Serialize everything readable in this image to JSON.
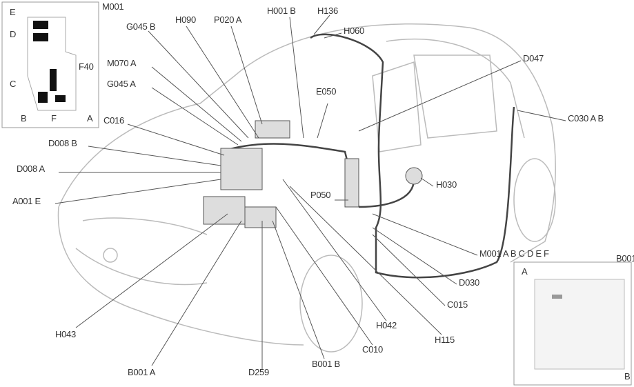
{
  "diagram": {
    "inset_fusebox_left": {
      "title": "M001",
      "labels": [
        "E",
        "D",
        "C",
        "B",
        "F",
        "A",
        "F40"
      ]
    },
    "inset_fusebox_right": {
      "title": "B001",
      "labels": [
        "A",
        "B"
      ]
    },
    "callouts": [
      {
        "id": "g045b",
        "text": "G045 B"
      },
      {
        "id": "h090",
        "text": "H090"
      },
      {
        "id": "p020a",
        "text": "P020 A"
      },
      {
        "id": "h001b",
        "text": "H001 B"
      },
      {
        "id": "h136",
        "text": "H136"
      },
      {
        "id": "h060",
        "text": "H060"
      },
      {
        "id": "m070a",
        "text": "M070 A"
      },
      {
        "id": "g045a",
        "text": "G045 A"
      },
      {
        "id": "c016",
        "text": "C016"
      },
      {
        "id": "d008b",
        "text": "D008 B"
      },
      {
        "id": "d008a",
        "text": "D008 A"
      },
      {
        "id": "a001e",
        "text": "A001 E"
      },
      {
        "id": "e050",
        "text": "E050"
      },
      {
        "id": "d047",
        "text": "D047"
      },
      {
        "id": "c030ab",
        "text": "C030 A B"
      },
      {
        "id": "h030",
        "text": "H030"
      },
      {
        "id": "p050",
        "text": "P050"
      },
      {
        "id": "m001abcdef",
        "text": "M001 A B C D E F"
      },
      {
        "id": "d030",
        "text": "D030"
      },
      {
        "id": "c015",
        "text": "C015"
      },
      {
        "id": "h042",
        "text": "H042"
      },
      {
        "id": "h115",
        "text": "H115"
      },
      {
        "id": "c010",
        "text": "C010"
      },
      {
        "id": "b001b",
        "text": "B001 B"
      },
      {
        "id": "d259",
        "text": "D259"
      },
      {
        "id": "b001a",
        "text": "B001 A"
      },
      {
        "id": "h043",
        "text": "H043"
      }
    ]
  }
}
